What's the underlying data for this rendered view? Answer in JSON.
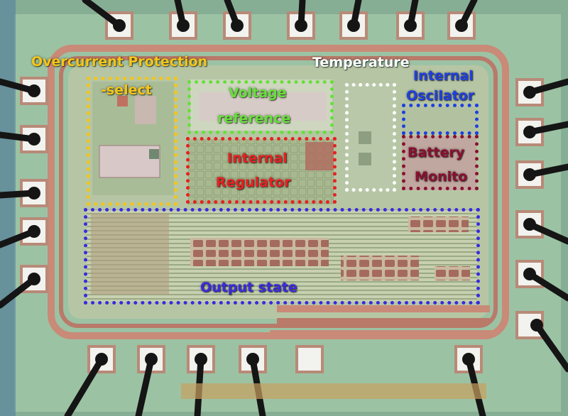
{
  "labels": {
    "overcurrent_title": "Overcurrent Protection",
    "overcurrent_sub": "-select",
    "voltage_1": "Voltage",
    "voltage_2": "reference",
    "temperature": "Temperature",
    "internal_osc_1": "Internal",
    "internal_osc_2": "Oscilator",
    "regulator_1": "Internal",
    "regulator_2": "Regulator",
    "battery_1": "Battery",
    "battery_2": "Monito",
    "output": "Output state"
  },
  "colors": {
    "overcurrent": "#f5c518",
    "voltage": "#66e03a",
    "temperature": "#ffffff",
    "oscillator": "#1f3fe0",
    "regulator": "#e82020",
    "battery": "#8a1030",
    "output": "#3a2ae0"
  }
}
